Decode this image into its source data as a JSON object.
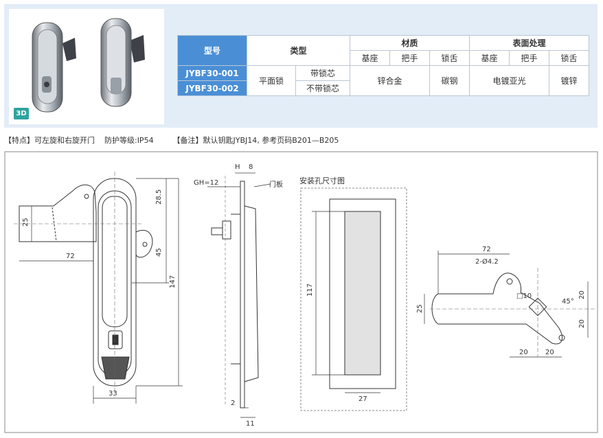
{
  "table": {
    "header_model": "型号",
    "header_type": "类型",
    "header_material": "材质",
    "header_surface": "表面处理",
    "sub_base": "基座",
    "sub_handle": "把手",
    "sub_tongue": "锁舌",
    "sub_base2": "基座",
    "sub_handle2": "把手",
    "sub_tongue2": "锁舌",
    "model_1": "JYBF30-001",
    "model_2": "JYBF30-002",
    "type_main": "平面锁",
    "type_1": "带锁芯",
    "type_2": "不带锁芯",
    "mat_base_handle": "锌合金",
    "mat_tongue": "碳钢",
    "surf_base_handle": "电镀亚光",
    "surf_tongue": "镀锌"
  },
  "badge": "3D",
  "notes": "【特点】可左旋和右旋开门    防护等级:IP54        【备注】默认钥匙JYBJ14, 参考页码B201—B205",
  "drawing": {
    "front": {
      "d28_5": "28.5",
      "d25": "25",
      "d45": "45",
      "d72": "72",
      "d147": "147",
      "d33": "33"
    },
    "side": {
      "h": "H",
      "d8": "8",
      "gh": "GH=12",
      "door": "门板",
      "d2": "2",
      "d11": "11"
    },
    "cutout": {
      "title": "安装孔尺寸图",
      "d117": "117",
      "d27": "27"
    },
    "tongue": {
      "d72": "72",
      "holes": "2-Ø4.2",
      "sq": "□10",
      "angle": "45°",
      "d25": "25",
      "d20a": "20",
      "d20b": "20",
      "d20c": "20",
      "d20d": "20"
    }
  }
}
